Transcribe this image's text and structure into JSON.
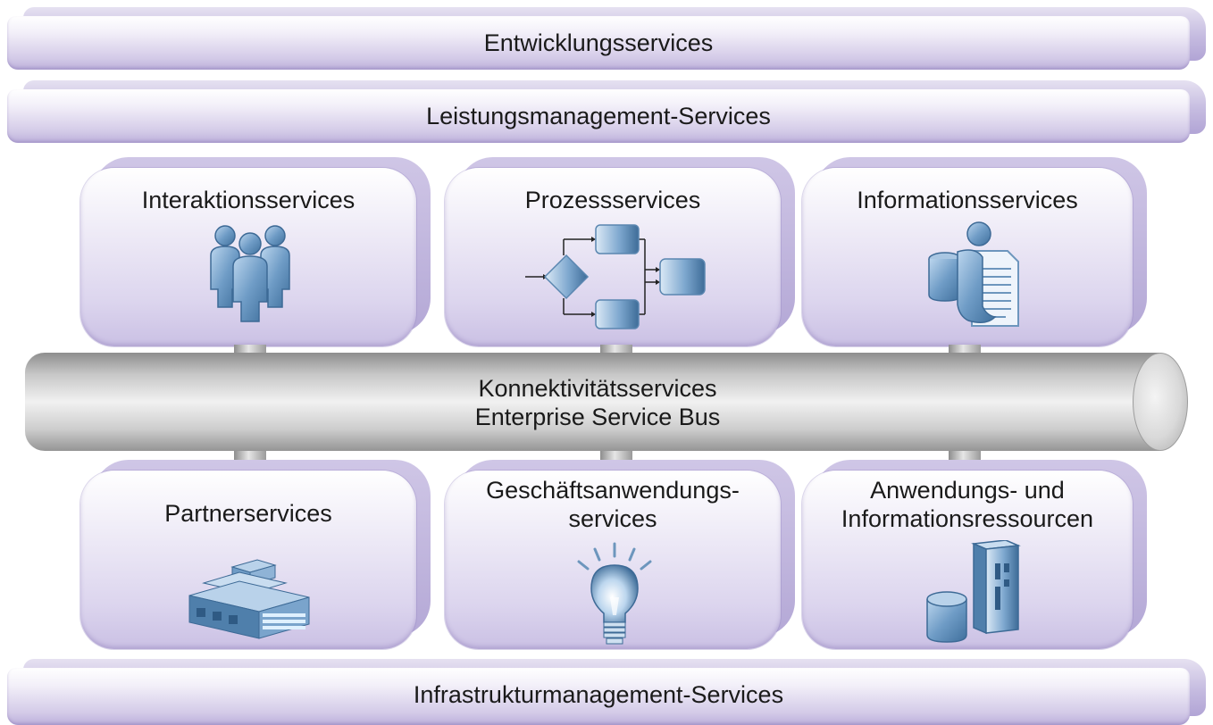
{
  "layers": {
    "development": "Entwicklungsservices",
    "performance": "Leistungsmanagement-Services",
    "infrastructure": "Infrastrukturmanagement-Services"
  },
  "top_services": [
    {
      "title": "Interaktionsservices",
      "icon": "people-group-icon"
    },
    {
      "title": "Prozessservices",
      "icon": "process-flow-icon"
    },
    {
      "title": "Informationsservices",
      "icon": "information-document-icon"
    }
  ],
  "bus": {
    "line1": "Konnektivitätsservices",
    "line2": "Enterprise Service Bus"
  },
  "bottom_services": [
    {
      "title": "Partnerservices",
      "icon": "building-icon"
    },
    {
      "title_line1": "Geschäftsanwendungs-",
      "title_line2": "services",
      "icon": "lightbulb-icon"
    },
    {
      "title_line1": "Anwendungs- und",
      "title_line2": "Informationsressourcen",
      "icon": "server-database-icon"
    }
  ],
  "colors": {
    "layer_fill": "#cfc6e6",
    "bus_fill": "#d6d6d6",
    "icon_blue": "#5f8fb8"
  }
}
